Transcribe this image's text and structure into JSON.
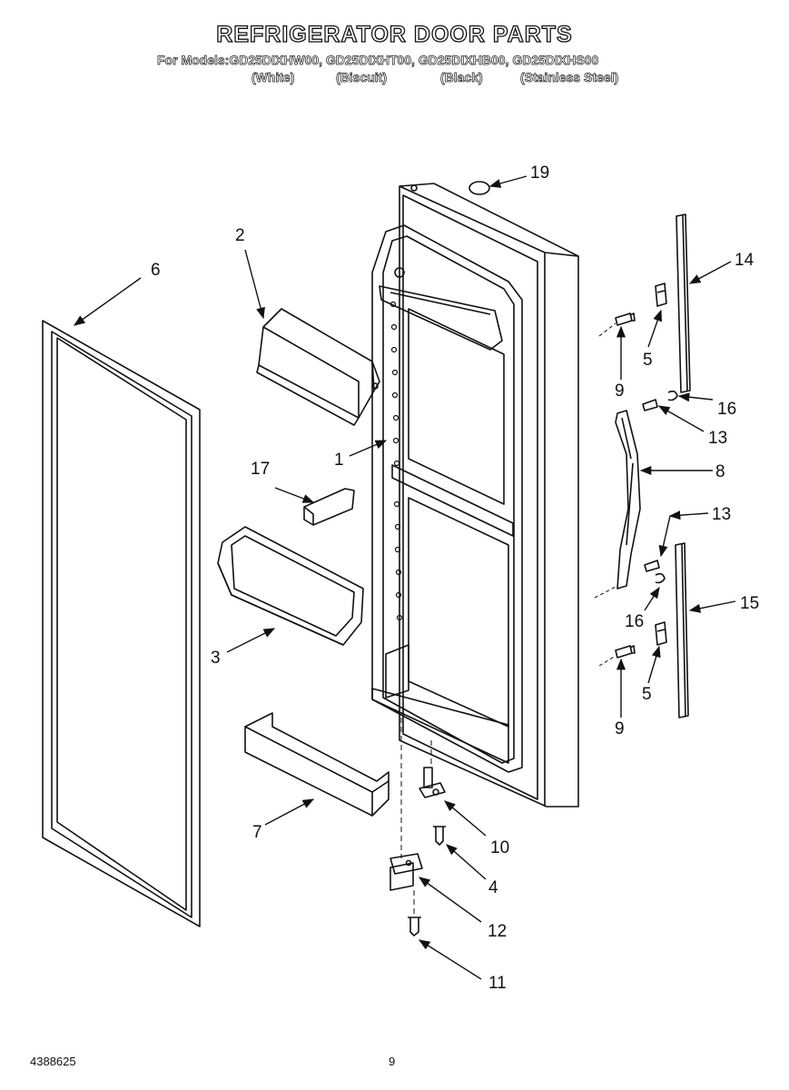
{
  "header": {
    "title": "REFRIGERATOR DOOR PARTS",
    "models_line": "For Models:GD25DIXHW00, GD25DIXHT00, GD25DIXHB00, GD25DIXHS00",
    "variants": [
      "(White)",
      "(Biscuit)",
      "(Black)",
      "(Stainless Steel)"
    ]
  },
  "callouts": {
    "c1": "1",
    "c2": "2",
    "c3": "3",
    "c4": "4",
    "c5a": "5",
    "c5b": "5",
    "c6": "6",
    "c7": "7",
    "c8": "8",
    "c9a": "9",
    "c9b": "9",
    "c10": "10",
    "c11": "11",
    "c12": "12",
    "c13a": "13",
    "c13b": "13",
    "c14": "14",
    "c15": "15",
    "c16a": "16",
    "c16b": "16",
    "c17": "17",
    "c19": "19"
  },
  "footer": {
    "doc_number": "4388625",
    "page_number": "9"
  }
}
